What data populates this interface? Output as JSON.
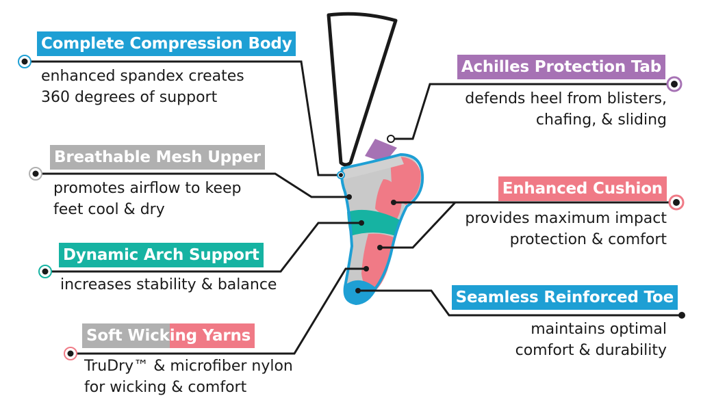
{
  "colors": {
    "blue": "#1e9fd4",
    "purple": "#a672b4",
    "grey": "#b0b0b0",
    "teal": "#16b3a2",
    "pink": "#f07a86",
    "light_grey": "#d1d1d1",
    "outline": "#1a1a1a"
  },
  "callouts": {
    "compression": {
      "title": "Complete Compression Body",
      "line1": "enhanced spandex creates",
      "line2": "360 degrees of support"
    },
    "mesh": {
      "title": "Breathable Mesh Upper",
      "line1": "promotes airflow to keep",
      "line2": "feet cool & dry"
    },
    "arch": {
      "title": "Dynamic Arch Support",
      "line1": "increases stability & balance"
    },
    "yarns": {
      "title_part1": "Soft Wick",
      "title_part2": "ing Yarns",
      "line1": "TruDry™ & microfiber nylon",
      "line2": "for wicking & comfort"
    },
    "achilles": {
      "title": "Achilles Protection Tab",
      "line1": "defends heel from blisters,",
      "line2": "chafing, & sliding"
    },
    "cushion": {
      "title": "Enhanced Cushion",
      "line1": "provides maximum impact",
      "line2": "protection & comfort"
    },
    "toe": {
      "title": "Seamless Reinforced Toe",
      "line1": "maintains optimal",
      "line2": "comfort & durability"
    }
  }
}
